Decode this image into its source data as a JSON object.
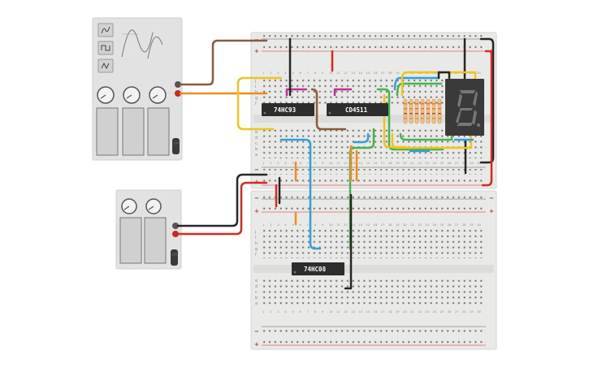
{
  "chips": {
    "counter": "74HC93",
    "decoder": "CD4511",
    "and_gate": "74HC08"
  },
  "breadboard": {
    "row_letters_top": [
      "j",
      "i",
      "h",
      "g",
      "f"
    ],
    "row_letters_bottom": [
      "e",
      "d",
      "c",
      "b",
      "a"
    ],
    "rail_plus": "+",
    "rail_minus": "−",
    "columns": [
      1,
      2,
      3,
      4,
      5,
      6,
      7,
      8,
      9,
      10,
      11,
      12,
      13,
      14,
      15,
      16,
      17,
      18,
      19,
      20,
      21,
      22,
      23,
      24,
      25,
      26,
      27,
      28,
      29,
      30
    ]
  },
  "devices": {
    "function_generator_switch": "OFF",
    "power_supply_switch": "OFF"
  },
  "colors": {
    "board": "#e9e9e7",
    "chip": "#2d2d2d",
    "red_wire": "#d32b20",
    "black_wire": "#262626",
    "yellow_wire": "#f0c419",
    "orange_wire": "#f08c1a",
    "brown_wire": "#8b5a3c",
    "blue_wire": "#2fa0d8",
    "green_wire": "#46b44a",
    "magenta_wire": "#c02e9e",
    "display": "#3a3a3a"
  }
}
